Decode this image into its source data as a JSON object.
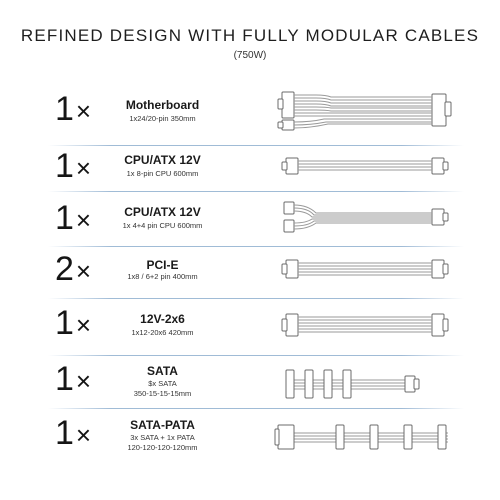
{
  "header": {
    "title": "REFINED DESIGN WITH FULLY MODULAR CABLES",
    "subtitle": "(750W)"
  },
  "x_symbol": "×",
  "rows": [
    {
      "qty": "1",
      "name": "Motherboard",
      "spec": [
        "1x24/20-pin  350mm"
      ],
      "icon": "motherboard-cable-icon"
    },
    {
      "qty": "1",
      "name": "CPU/ATX 12V",
      "spec": [
        "1x 8-pin CPU  600mm"
      ],
      "icon": "cpu-8pin-cable-icon"
    },
    {
      "qty": "1",
      "name": "CPU/ATX 12V",
      "spec": [
        "1x 4+4 pin CPU  600mm"
      ],
      "icon": "cpu-4plus4-cable-icon"
    },
    {
      "qty": "2",
      "name": "PCI-E",
      "spec": [
        "1x8 / 6+2 pin 400mm"
      ],
      "icon": "pcie-cable-icon"
    },
    {
      "qty": "1",
      "name": "12V-2x6",
      "spec": [
        "1x12-20x6  420mm"
      ],
      "icon": "12v-2x6-cable-icon"
    },
    {
      "qty": "1",
      "name": "SATA",
      "spec": [
        "$x SATA",
        "350-15-15-15mm"
      ],
      "icon": "sata-cable-icon"
    },
    {
      "qty": "1",
      "name": "SATA-PATA",
      "spec": [
        "3x SATA + 1x PATA",
        "120-120-120-120mm"
      ],
      "icon": "sata-pata-cable-icon"
    }
  ]
}
